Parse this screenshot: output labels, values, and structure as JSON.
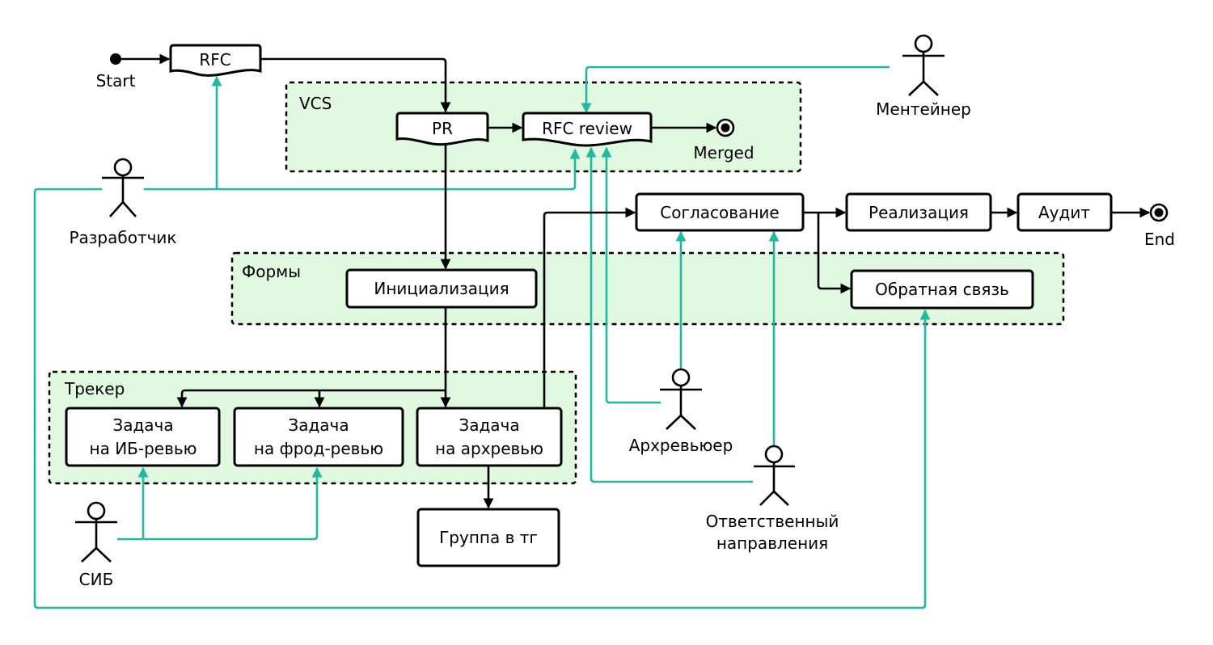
{
  "diagram": {
    "containers": {
      "vcs": "VCS",
      "forms": "Формы",
      "tracker": "Трекер"
    },
    "terminals": {
      "start": "Start",
      "merged": "Merged",
      "end": "End"
    },
    "nodes": {
      "rfc": "RFC",
      "pr": "PR",
      "rfc_review": "RFC review",
      "init": "Инициализация",
      "approval": "Согласование",
      "implementation": "Реализация",
      "audit": "Аудит",
      "feedback": "Обратная связь",
      "task_ib": [
        "Задача",
        "на ИБ-ревью"
      ],
      "task_fraud": [
        "Задача",
        "на фрод-ревью"
      ],
      "task_arch": [
        "Задача",
        "на архревью"
      ],
      "tg_group": "Группа в тг"
    },
    "actors": {
      "developer": "Разработчик",
      "maintainer": "Ментейнер",
      "arch_reviewer": "Архревьюер",
      "owner": [
        "Ответственный",
        "направления"
      ],
      "sib": "СИБ"
    },
    "colors": {
      "teal": "#20b89e",
      "container_fill": "#e0f8e0",
      "stroke": "#000000"
    }
  }
}
